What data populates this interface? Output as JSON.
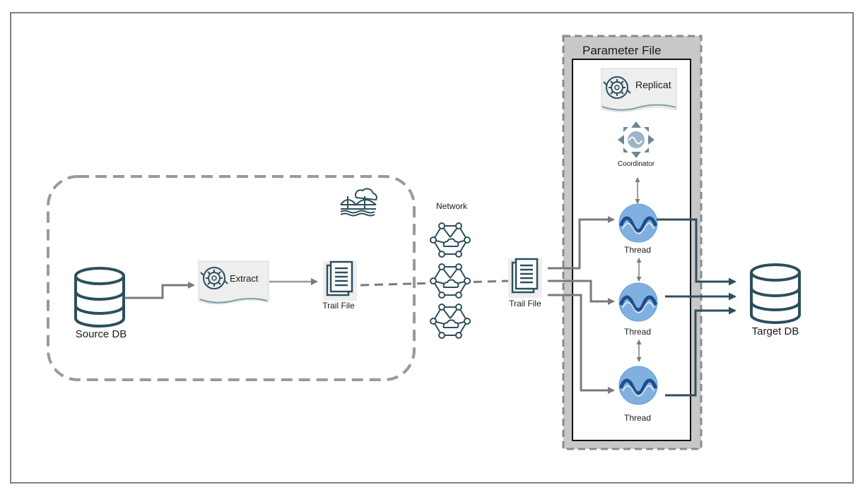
{
  "labels": {
    "network": "Network",
    "parameter_file": "Parameter File",
    "replicat": "Replicat",
    "coordinator": "Coordinator",
    "extract": "Extract",
    "trail_file_source": "Trail File",
    "trail_file_target": "Trail File",
    "source_db": "Source DB",
    "target_db": "Target DB",
    "thread_1": "Thread",
    "thread_2": "Thread",
    "thread_3": "Thread"
  },
  "icons": {
    "database": "database-icon",
    "process": "gear-process-icon",
    "trail_file": "document-icon",
    "network": "network-mesh-icon",
    "cloud_bridge": "cloud-bridge-icon",
    "thread": "wave-circle-icon",
    "coordinator": "coordinator-icon"
  },
  "colors": {
    "db_icon": "#2d4f5c",
    "thread_circle": "#7fb0e0",
    "wave": "#1e4e8c",
    "arrow_gray": "#7a7a7a",
    "arrow_dark": "#2f4f5b",
    "parameter_file_bg": "#c8c8c8"
  }
}
